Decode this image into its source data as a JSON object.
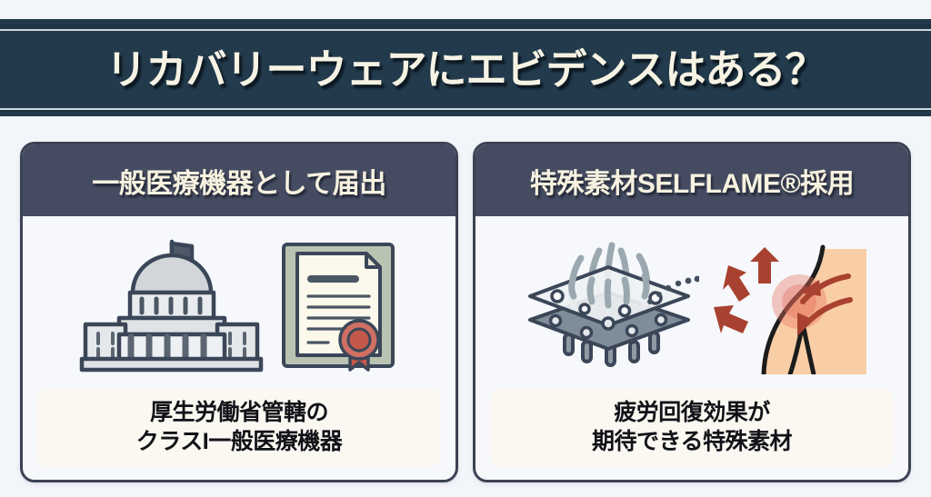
{
  "banner": {
    "title": "リカバリーウェアにエビデンスはある？",
    "background_color": "#223a4c",
    "text_color": "#f7f3e4"
  },
  "page": {
    "background_color": "#f2f5f9"
  },
  "cards": [
    {
      "id": "medical-device-card",
      "header": "一般医療機器として届出",
      "header_color": "#454c62",
      "caption_line1": "厚生労働省管轄の",
      "caption_line2": "クラスI一般医療機器",
      "caption_background": "#faf8f1",
      "illustrations": [
        "government-building-icon",
        "certificate-document-icon"
      ]
    },
    {
      "id": "selflame-material-card",
      "header": "特殊素材SELFLAME®採用",
      "header_color": "#454c62",
      "caption_line1": "疲労回復効果が",
      "caption_line2": "期待できる特殊素材",
      "caption_background": "#faf8f1",
      "illustrations": [
        "fabric-layers-icon",
        "shoulder-recovery-icon"
      ]
    }
  ],
  "colors": {
    "card_border": "#3b4254",
    "accent_red": "#b5483a",
    "skin_tone": "#f7c9a4",
    "icon_outline": "#3b4758"
  }
}
